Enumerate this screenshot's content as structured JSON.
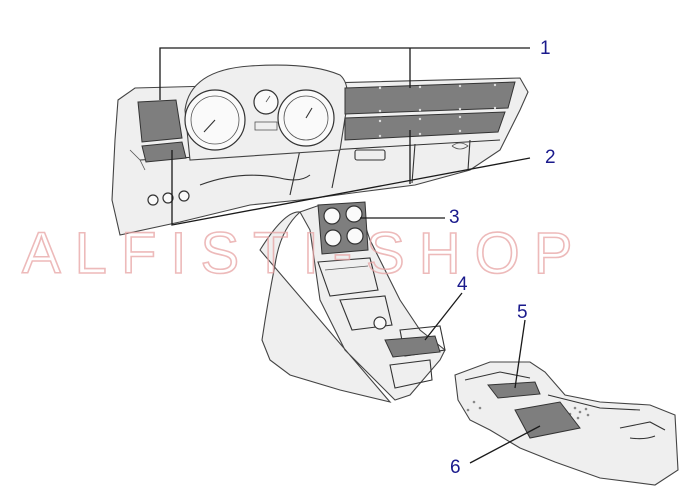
{
  "watermark": {
    "text": "ALFISTI-SHOP"
  },
  "callouts": [
    {
      "id": "1",
      "label": "1"
    },
    {
      "id": "2",
      "label": "2"
    },
    {
      "id": "3",
      "label": "3"
    },
    {
      "id": "4",
      "label": "4"
    },
    {
      "id": "5",
      "label": "5"
    },
    {
      "id": "6",
      "label": "6"
    }
  ],
  "colors": {
    "callout_text": "#1a1a8c",
    "watermark_stroke": "#e7a3a3",
    "part_highlight": "#7e7e7e"
  }
}
